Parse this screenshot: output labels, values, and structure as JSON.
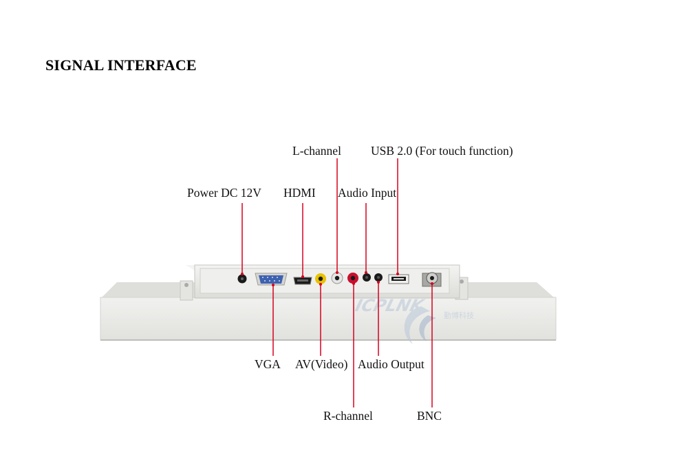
{
  "heading": "SIGNAL INTERFACE",
  "colors": {
    "leader_line": "#d6001c",
    "casing": "#ececea",
    "casing_shadow": "#c9c9c6",
    "port_dark": "#1b1b1b",
    "vga_blue": "#3d62b0",
    "rca_yellow": "#e8c200",
    "rca_red": "#c8102e"
  },
  "labels": {
    "l_channel": "L-channel",
    "usb": "USB 2.0 (For touch function)",
    "power": "Power DC 12V",
    "hdmi": "HDMI",
    "audio_input": "Audio Input",
    "vga": "VGA",
    "av_video": "AV(Video)",
    "audio_output": "Audio Output",
    "r_channel": "R-channel",
    "bnc": "BNC"
  },
  "watermark": {
    "brand_text": "ICPLNK",
    "sub_text": "勤博科技"
  }
}
